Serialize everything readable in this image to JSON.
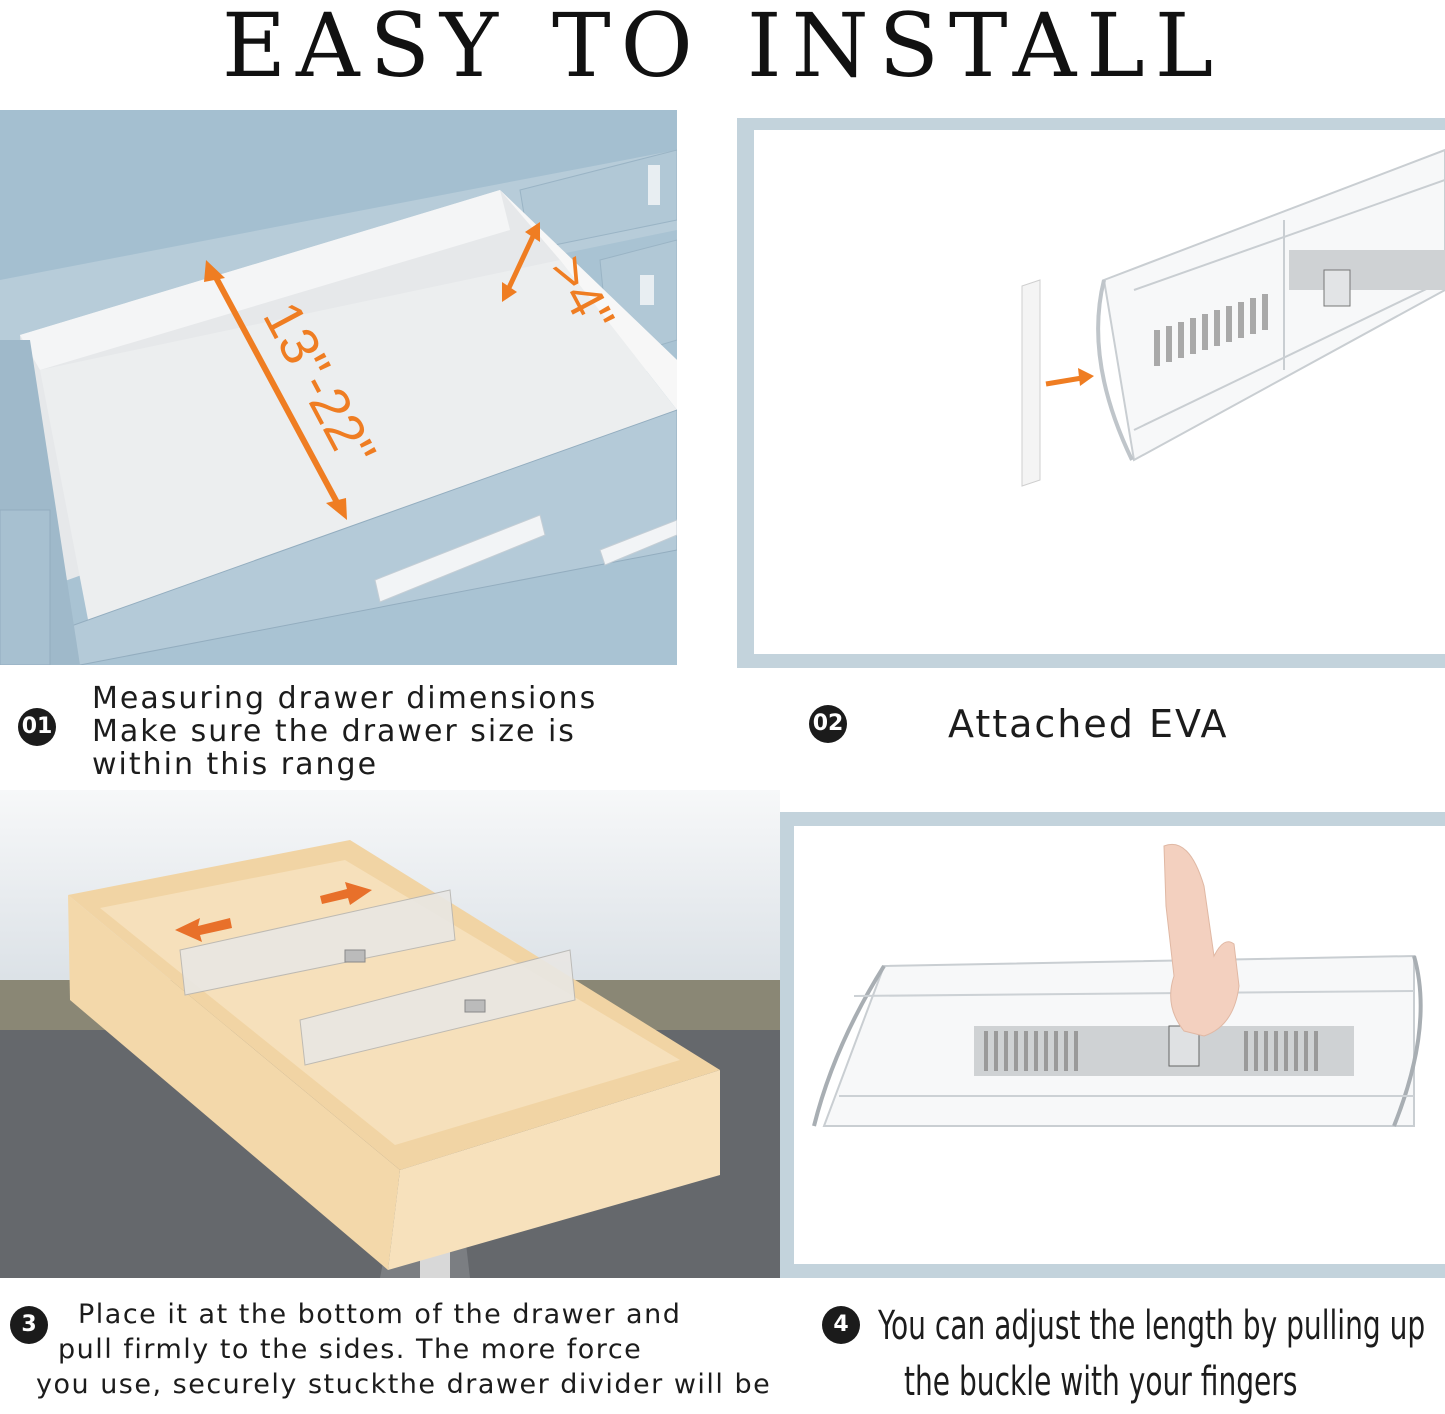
{
  "title": {
    "word1": "EASY",
    "word2": "TO",
    "word3": "INSTALL"
  },
  "step1": {
    "number": "01",
    "line1": "Measuring drawer dimensions",
    "line2": "Make sure the drawer size is",
    "line3": "within this range",
    "length_label": "13\"-22\"",
    "height_label": ">4\""
  },
  "step2": {
    "number": "02",
    "caption": "Attached EVA"
  },
  "step3": {
    "number": "3",
    "line1": "Place it at the bottom of the drawer and",
    "line2": "pull firmly to the sides. The more force",
    "line3": "you use, securely stuckthe drawer divider will be"
  },
  "step4": {
    "number": "4",
    "line1": "You can adjust the length by pulling up",
    "line2": "the buckle with your fingers"
  },
  "colors": {
    "accent": "#ef7d22",
    "frame": "#c3d3dc",
    "cabinet": "#a9c3d3",
    "wood": "#f3dcb6"
  }
}
